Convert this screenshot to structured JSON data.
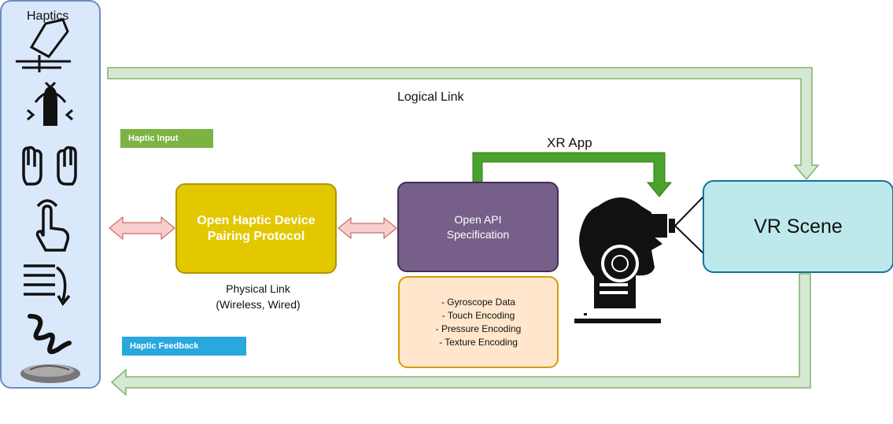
{
  "haptics": {
    "title": "Haptics",
    "icons": [
      "touch-stylus-icon",
      "press-button-icon",
      "gloves-icon",
      "finger-tap-icon",
      "scroll-down-icon",
      "squiggle-gesture-icon",
      "texture-surface-icon"
    ]
  },
  "tags": {
    "haptic_input": "Haptic Input",
    "haptic_feedback": "Haptic Feedback"
  },
  "pairing": {
    "line1": "Open Haptic Device",
    "line2": "Pairing Protocol"
  },
  "physical_link": {
    "line1": "Physical Link",
    "line2": "(Wireless, Wired)"
  },
  "api": {
    "text": "Open API Specification"
  },
  "encodings": [
    "- Gyroscope Data",
    "- Touch Encoding",
    "- Pressure Encoding",
    "- Texture Encoding"
  ],
  "logical_link": "Logical Link",
  "xr_app": "XR App",
  "vr_scene": "VR Scene",
  "colors": {
    "haptics_fill": "#dae8fc",
    "haptics_stroke": "#6c8ebf",
    "pairing_fill": "#e3c800",
    "api_fill": "#76608a",
    "encoding_fill": "#ffe6cc",
    "vr_fill": "#bde9ec",
    "logical_arrow": "#d5e8d4",
    "xr_arrow": "#4aa32a",
    "double_arrow": "#f8cecc",
    "input_tag": "#7cb342",
    "feedback_tag": "#29a7df"
  }
}
